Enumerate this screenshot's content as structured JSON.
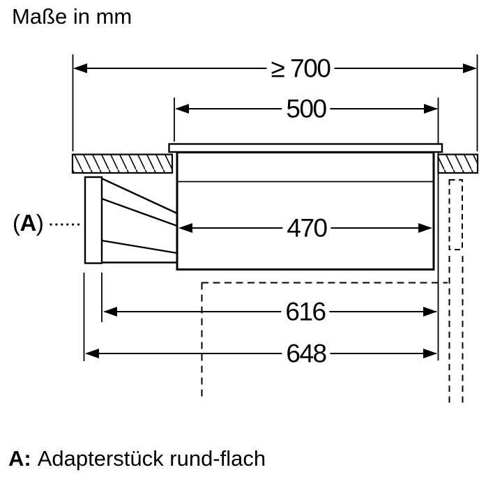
{
  "title": "Maße in mm",
  "units": "mm",
  "dimensions": {
    "overall_width": "≥ 700",
    "glass_width": "500",
    "body_width": "470",
    "niche_depth": "616",
    "total_depth": "648"
  },
  "callout": {
    "open": "(",
    "letter": "A",
    "close": ")"
  },
  "legend": {
    "key": "A:",
    "description": "Adapterstück rund-flach"
  },
  "colors": {
    "ink": "#000000",
    "background": "#ffffff"
  }
}
